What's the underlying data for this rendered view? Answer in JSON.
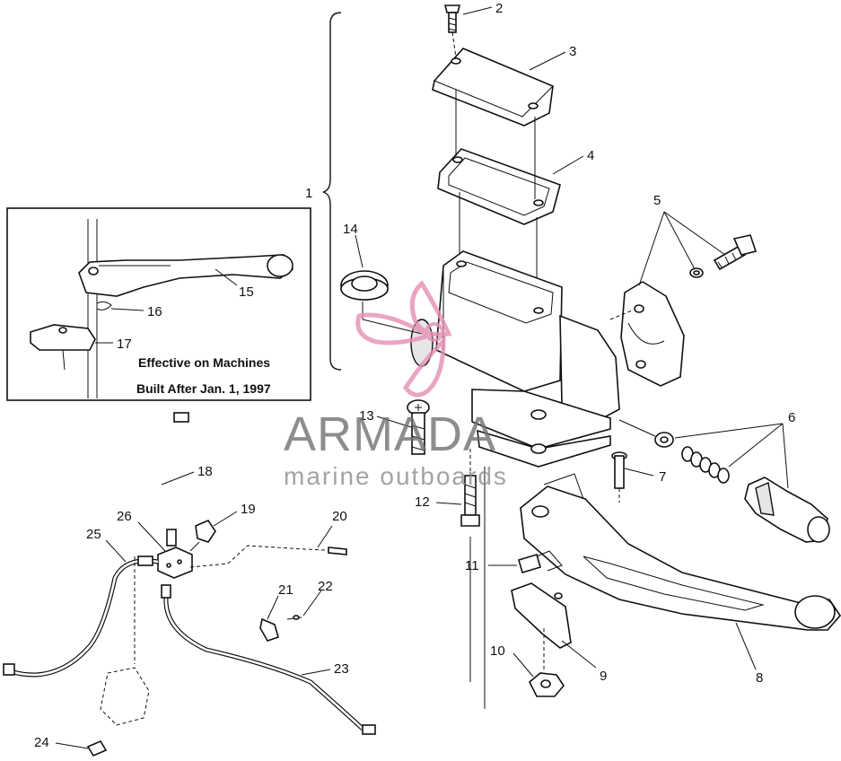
{
  "diagram": {
    "inset_caption_line1": "Effective on Machines",
    "inset_caption_line2": "Built After Jan. 1, 1997",
    "callouts": [
      "1",
      "2",
      "3",
      "4",
      "5",
      "6",
      "7",
      "8",
      "9",
      "10",
      "11",
      "12",
      "13",
      "14",
      "15",
      "16",
      "17",
      "18",
      "19",
      "20",
      "21",
      "22",
      "23",
      "24",
      "25",
      "26"
    ]
  },
  "watermark": {
    "brand": "ARMADA",
    "tagline": "marine outboards",
    "logo": "pink-propeller-logo",
    "logo_color": "#e58fb5"
  }
}
